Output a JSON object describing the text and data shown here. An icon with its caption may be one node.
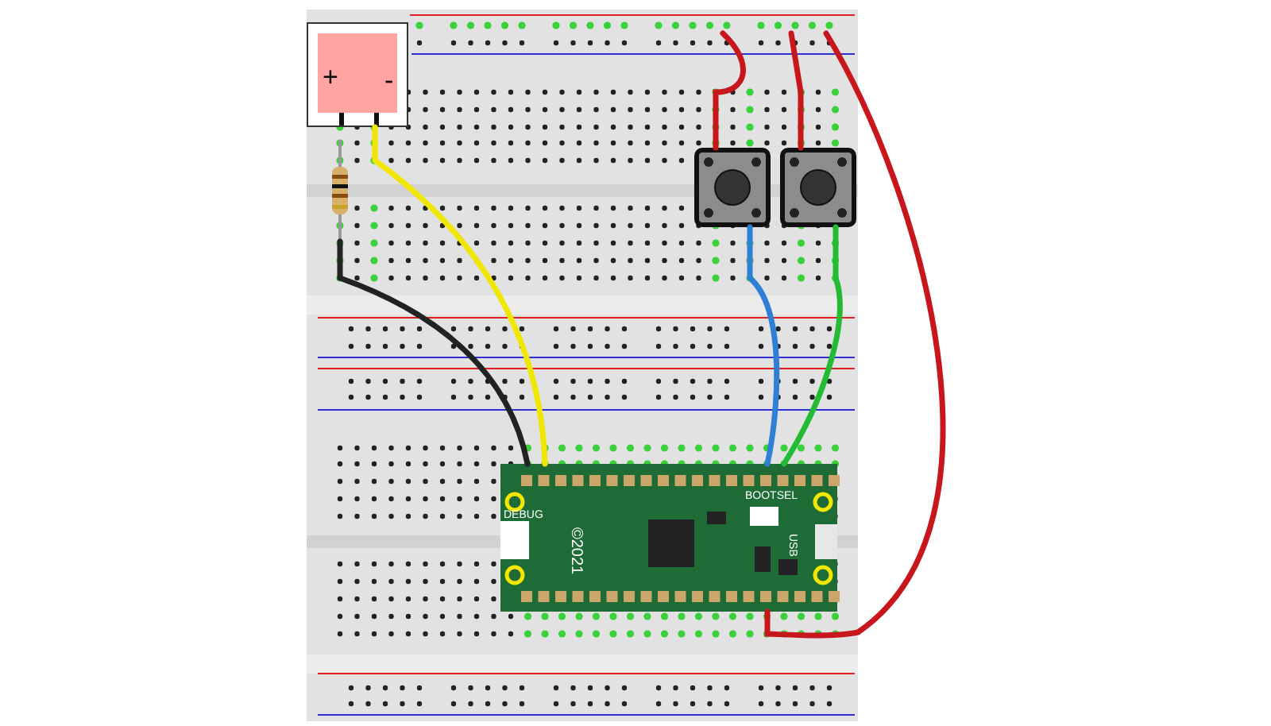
{
  "diagram": {
    "nodes": [
      {
        "text": [],
        "shape": "breadboard"
      },
      {
        "text": [
          "+",
          "-"
        ],
        "in": 0
      },
      {
        "text": [],
        "shape": "bar",
        "in": 0
      },
      {
        "text": [],
        "shape": "resistor",
        "in": 0
      },
      {
        "text": [],
        "shape": "button",
        "in": 0
      },
      {
        "text": [],
        "shape": "button",
        "in": 0
      },
      {
        "text": [
          "DEBUG",
          "©2021",
          "BOOTSEL",
          "USB"
        ],
        "in": 0
      }
    ],
    "edges": [
      {
        "from": 1,
        "to": 6,
        "arrow": "none",
        "color": "#f0e600"
      },
      {
        "from": 3,
        "to": 6,
        "arrow": "none",
        "color": "#222222"
      },
      {
        "from": 2,
        "to": 4,
        "arrow": "none",
        "color": "#c8161d"
      },
      {
        "from": 2,
        "to": 5,
        "arrow": "none",
        "color": "#c8161d"
      },
      {
        "from": 2,
        "to": 6,
        "arrow": "none",
        "color": "#c8161d"
      },
      {
        "from": 4,
        "to": 6,
        "arrow": "none",
        "color": "#2f7fd6"
      },
      {
        "from": 5,
        "to": 6,
        "arrow": "none",
        "color": "#22bb33"
      }
    ]
  }
}
